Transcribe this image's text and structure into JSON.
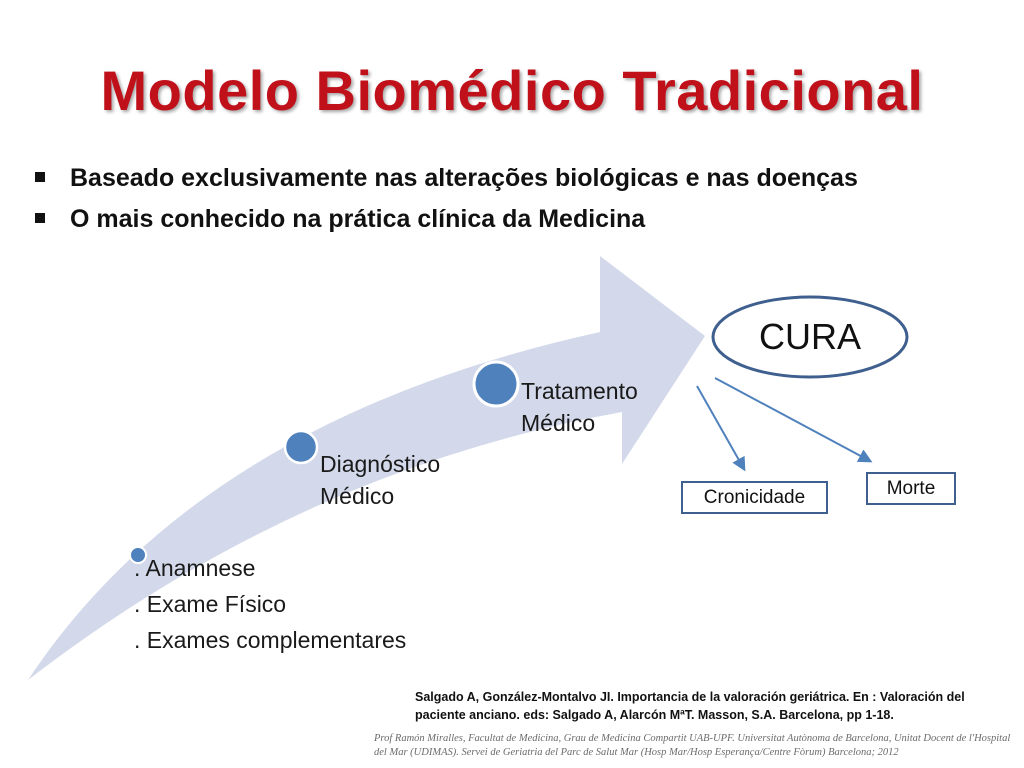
{
  "slide": {
    "title": "Modelo Biomédico Tradicional",
    "bullets": [
      "Baseado exclusivamente nas alterações biológicas e nas doenças",
      "O mais conhecido na prática clínica da Medicina"
    ]
  },
  "diagram": {
    "stages": [
      {
        "lines": [
          ". Anamnese",
          ". Exame Físico",
          ". Exames  complementares"
        ]
      },
      {
        "lines": [
          "Diagnóstico",
          "Médico"
        ]
      },
      {
        "lines": [
          "Tratamento",
          "Médico"
        ]
      }
    ],
    "outcome": "CURA",
    "branches": [
      "Cronicidade",
      "Morte"
    ]
  },
  "colors": {
    "title": "#c0111b",
    "arrow": "#d3d9ea",
    "node": "#4f81bd",
    "box_border": "#3f5f8f"
  },
  "reference": "Salgado A, González-Montalvo JI. Importancia de la valoración geriátrica. En : Valoración del paciente anciano. eds: Salgado A, Alarcón MªT. Masson, S.A. Barcelona, pp 1-18.",
  "credit": "Prof Ramón Miralles, Facultat de Medicina, Grau de Medicina Compartit UAB-UPF. Universitat Autònoma de Barcelona, Unitat Docent de l'Hospital del Mar (UDIMAS). Servei de Geriatria del Parc de Salut Mar (Hosp Mar/Hosp Esperança/Centre Fòrum) Barcelona; 2012"
}
